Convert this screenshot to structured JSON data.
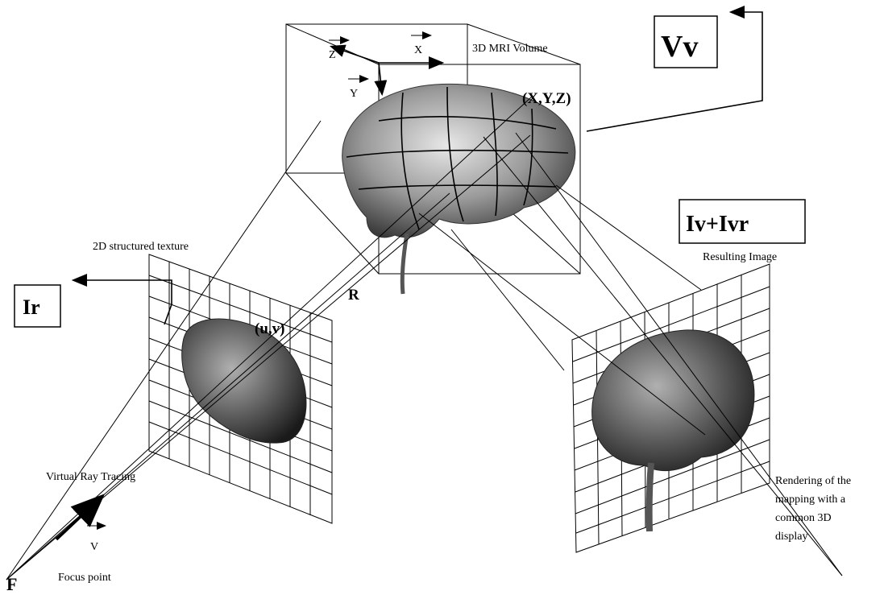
{
  "labels": {
    "volume": "3D MRI Volume",
    "x_axis": "X",
    "y_axis": "Y",
    "z_axis": "Z",
    "xyz": "(X,Y,Z)",
    "vv": "Vv",
    "ivivr": "Iv+Ivr",
    "texture": "2D structured texture",
    "ir": "Ir",
    "uv": "(u,v)",
    "r": "R",
    "resulting": "Resulting Image",
    "ray_tracing": "Virtual Ray Tracing",
    "v_vec": "V",
    "f": "F",
    "focus": "Focus point",
    "render_line1": "Rendering of the",
    "render_line2": "mapping with a",
    "render_line3": "common 3D",
    "render_line4": "display"
  }
}
